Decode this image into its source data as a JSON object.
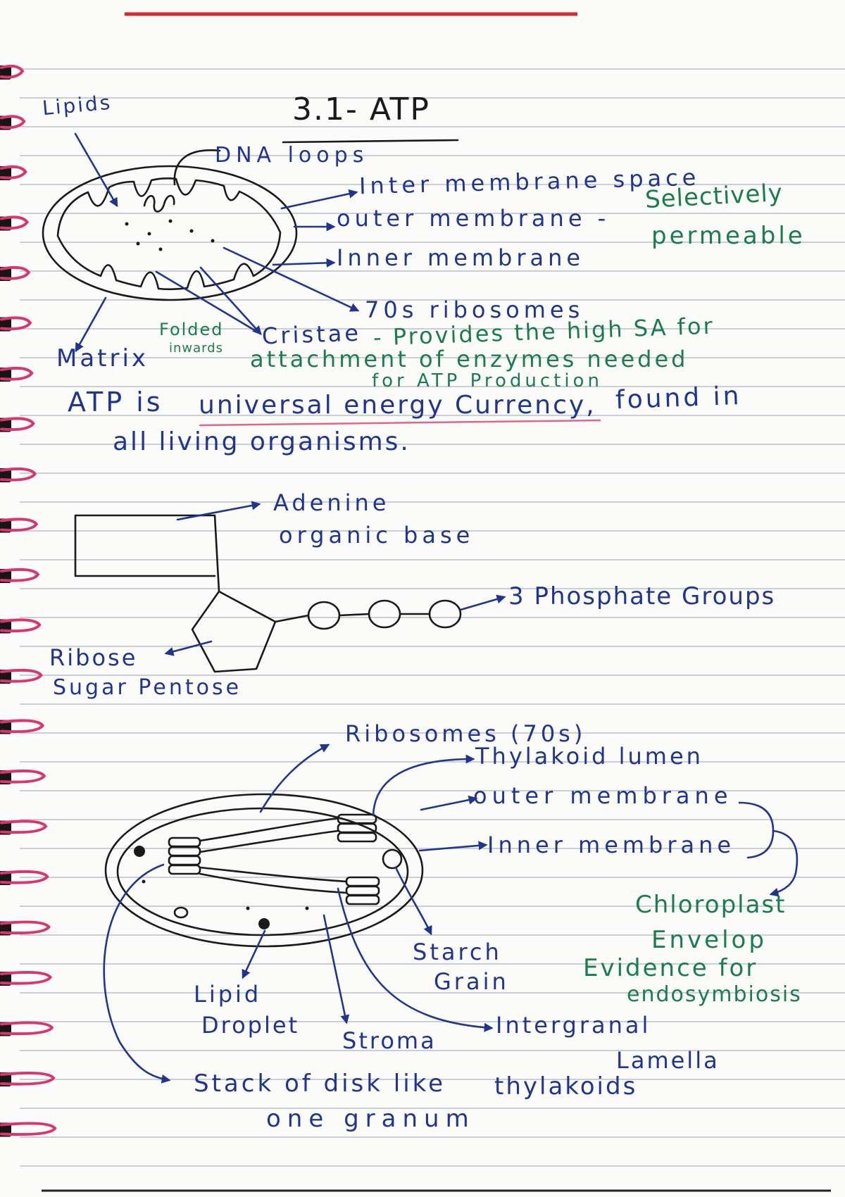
{
  "title": "3.1- ATP",
  "ink_colors": {
    "blue": "#1f3590",
    "green": "#1b7d4e",
    "black": "#1a1a1a",
    "highlight": "#e0668c",
    "binding": "#d9356f"
  },
  "mitochondrion_diagram": {
    "lipids": "Lipids",
    "dna_loops": "DNA loops",
    "intermembrane_space": "Inter membrane space",
    "outer_membrane": "outer membrane -",
    "outer_membrane_note": [
      "Selectively",
      "permeable"
    ],
    "inner_membrane": "Inner membrane",
    "ribosomes": "70s ribosomes",
    "folded": "Folded",
    "inwards": "inwards",
    "matrix": "Matrix",
    "cristae": "Cristae",
    "cristae_note": [
      "- Provides the high SA for",
      "attachment of enzymes needed",
      "for ATP Production"
    ]
  },
  "atp_statement": {
    "line1": [
      "ATP is",
      "universal energy Currency,",
      "found in"
    ],
    "line2": "all living organisms."
  },
  "atp_structure": {
    "adenine": "Adenine",
    "adenine_note": "organic base",
    "phosphates": "3 Phosphate Groups",
    "ribose": "Ribose",
    "ribose_note": "Sugar Pentose"
  },
  "chloroplast_diagram": {
    "ribosomes": "Ribosomes (70s)",
    "thylakoid_lumen": "Thylakoid lumen",
    "outer_membrane": "outer membrane",
    "inner_membrane": "Inner membrane",
    "envelope": [
      "Chloroplast",
      "Envelop"
    ],
    "envelope_note": [
      "Evidence for",
      "endosymbiosis"
    ],
    "starch_grain": [
      "Starch",
      "Grain"
    ],
    "lipid_droplet": [
      "Lipid",
      "Droplet"
    ],
    "stroma": "Stroma",
    "intergranal_lamella": [
      "Intergranal",
      "Lamella"
    ],
    "granum": [
      "Stack of disk like",
      "thylakoids",
      "one granum"
    ]
  }
}
